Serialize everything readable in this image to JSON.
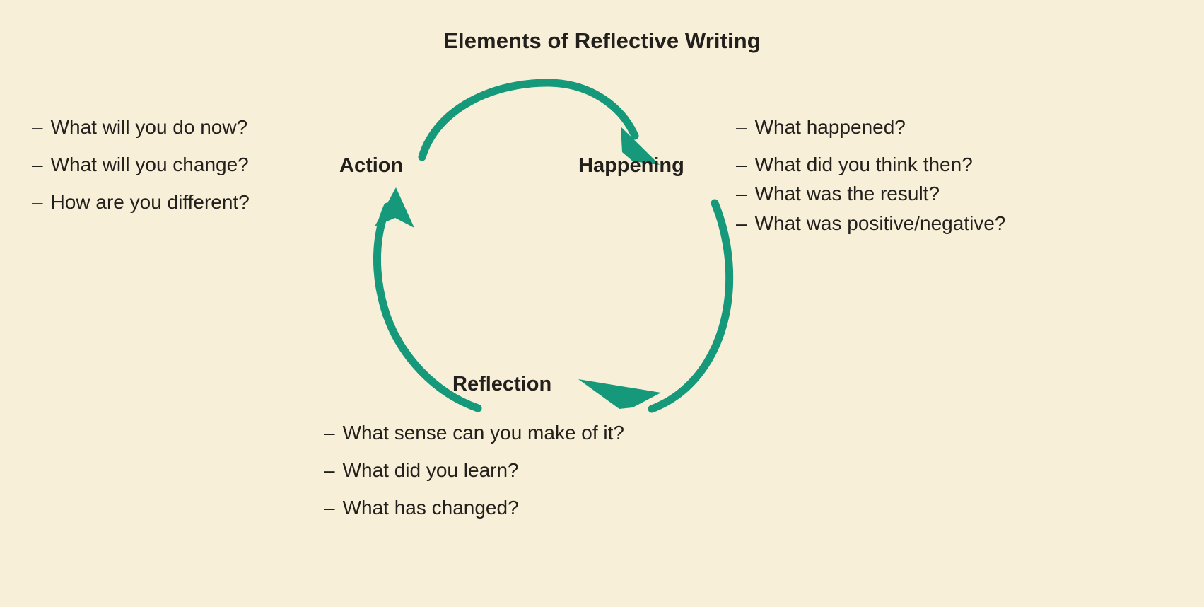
{
  "page": {
    "title": "Elements of Reflective Writing",
    "background_color": "#F7EFD7",
    "text_color": "#231F1C",
    "accent_color": "#16987A"
  },
  "diagram": {
    "type": "cycle",
    "nodes": [
      {
        "id": "action",
        "label": "Action"
      },
      {
        "id": "happening",
        "label": "Happening"
      },
      {
        "id": "reflection",
        "label": "Reflection"
      }
    ],
    "arrows": [
      {
        "from": "action",
        "to": "happening",
        "direction": "clockwise-top"
      },
      {
        "from": "happening",
        "to": "reflection",
        "direction": "clockwise-right"
      },
      {
        "from": "reflection",
        "to": "action",
        "direction": "clockwise-left"
      }
    ],
    "bullet_marker": "–"
  },
  "blocks": {
    "action": {
      "node": "Action",
      "items": [
        "What will you do now?",
        "What will you change?",
        "How are you different?"
      ]
    },
    "happening": {
      "node": "Happening",
      "items": [
        "What happened?",
        "What did you think then?",
        "What was the result?",
        "What was positive/negative?"
      ]
    },
    "reflection": {
      "node": "Reflection",
      "items": [
        "What sense can you make of it?",
        "What did you learn?",
        "What has changed?"
      ]
    }
  }
}
